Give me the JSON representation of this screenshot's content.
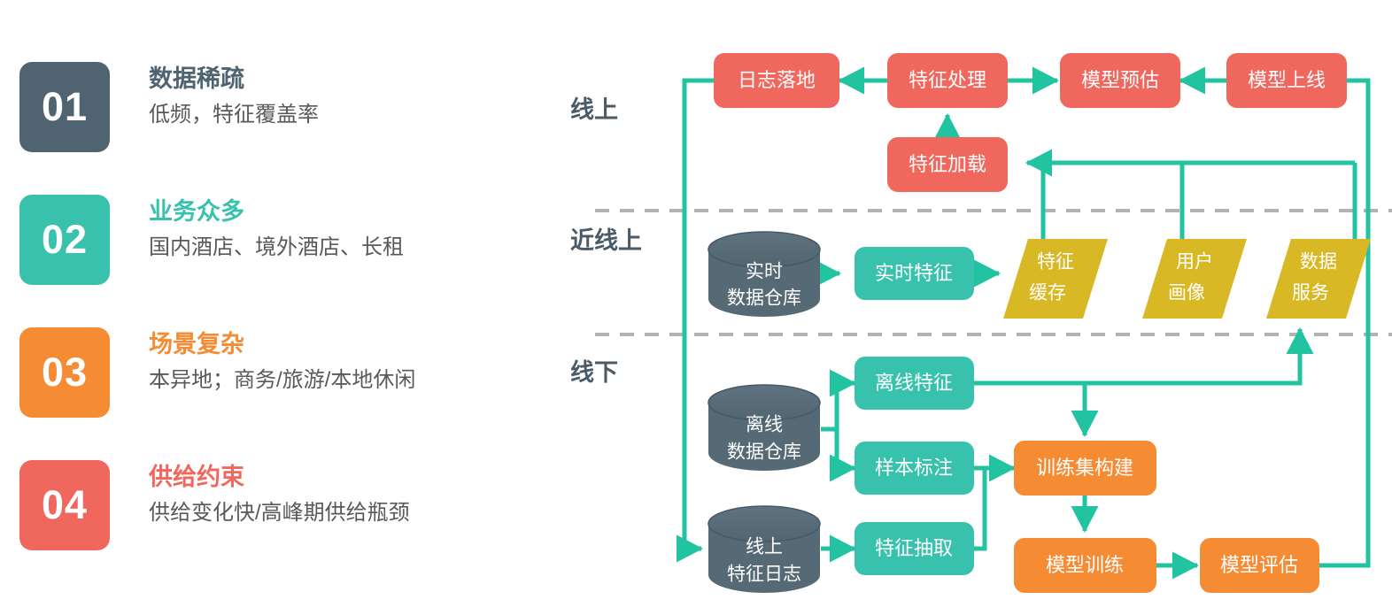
{
  "left_panel": {
    "points": [
      {
        "number": "01",
        "title": "数据稀疏",
        "desc": "低频，特征覆盖率",
        "badge_color": "#4f6470",
        "title_color": "#4f6470"
      },
      {
        "number": "02",
        "title": "业务众多",
        "desc": "国内酒店、境外酒店、长租",
        "badge_color": "#38c1ac",
        "title_color": "#38c1ac"
      },
      {
        "number": "03",
        "title": "场景复杂",
        "desc": "本异地；商务/旅游/本地休闲",
        "badge_color": "#f58b33",
        "title_color": "#f58b33"
      },
      {
        "number": "04",
        "title": "供给约束",
        "desc": "供给变化快/高峰期供给瓶颈",
        "badge_color": "#f0675e",
        "title_color": "#f0675e"
      }
    ]
  },
  "diagram": {
    "lanes": [
      {
        "id": "online",
        "label": "线上"
      },
      {
        "id": "nearline",
        "label": "近线上"
      },
      {
        "id": "offline",
        "label": "线下"
      }
    ],
    "nodes": {
      "log_landing": {
        "label": "日志落地",
        "shape": "rounded-rect",
        "color": "#f0675e"
      },
      "feature_process": {
        "label": "特征处理",
        "shape": "rounded-rect",
        "color": "#f0675e"
      },
      "model_predict": {
        "label": "模型预估",
        "shape": "rounded-rect",
        "color": "#f0675e"
      },
      "model_online": {
        "label": "模型上线",
        "shape": "rounded-rect",
        "color": "#f0675e"
      },
      "feature_load": {
        "label": "特征加载",
        "shape": "rounded-rect",
        "color": "#f0675e"
      },
      "realtime_dw": {
        "label_line1": "实时",
        "label_line2": "数据仓库",
        "shape": "cylinder",
        "color": "#566a76"
      },
      "realtime_feature": {
        "label": "实时特征",
        "shape": "rounded-rect",
        "color": "#38c1ac"
      },
      "feature_cache": {
        "label_line1": "特征",
        "label_line2": "缓存",
        "shape": "parallelogram",
        "color": "#d9b826"
      },
      "user_profile": {
        "label_line1": "用户",
        "label_line2": "画像",
        "shape": "parallelogram",
        "color": "#d9b826"
      },
      "data_service": {
        "label_line1": "数据",
        "label_line2": "服务",
        "shape": "parallelogram",
        "color": "#d9b826"
      },
      "offline_dw": {
        "label_line1": "离线",
        "label_line2": "数据仓库",
        "shape": "cylinder",
        "color": "#566a76"
      },
      "online_feature_log": {
        "label_line1": "线上",
        "label_line2": "特征日志",
        "shape": "cylinder",
        "color": "#566a76"
      },
      "offline_feature": {
        "label": "离线特征",
        "shape": "rounded-rect",
        "color": "#38c1ac"
      },
      "sample_label": {
        "label": "样本标注",
        "shape": "rounded-rect",
        "color": "#38c1ac"
      },
      "feature_extract": {
        "label": "特征抽取",
        "shape": "rounded-rect",
        "color": "#38c1ac"
      },
      "trainset_build": {
        "label": "训练集构建",
        "shape": "rounded-rect",
        "color": "#f58b33"
      },
      "model_train": {
        "label": "模型训练",
        "shape": "rounded-rect",
        "color": "#f58b33"
      },
      "model_eval": {
        "label": "模型评估",
        "shape": "rounded-rect",
        "color": "#f58b33"
      }
    },
    "edges": [
      {
        "from": "feature_process",
        "to": "log_landing"
      },
      {
        "from": "feature_process",
        "to": "model_predict"
      },
      {
        "from": "model_online",
        "to": "model_predict"
      },
      {
        "from": "feature_load",
        "to": "feature_process"
      },
      {
        "from": "feature_cache",
        "to": "feature_load"
      },
      {
        "from": "user_profile",
        "to": "feature_load"
      },
      {
        "from": "data_service",
        "to": "feature_load"
      },
      {
        "from": "log_landing",
        "to": "online_feature_log"
      },
      {
        "from": "realtime_dw",
        "to": "realtime_feature"
      },
      {
        "from": "realtime_feature",
        "to": "feature_cache"
      },
      {
        "from": "offline_dw",
        "to": "offline_feature"
      },
      {
        "from": "offline_dw",
        "to": "sample_label"
      },
      {
        "from": "online_feature_log",
        "to": "feature_extract"
      },
      {
        "from": "offline_feature",
        "to": "trainset_build"
      },
      {
        "from": "sample_label",
        "to": "trainset_build"
      },
      {
        "from": "feature_extract",
        "to": "trainset_build"
      },
      {
        "from": "trainset_build",
        "to": "model_train"
      },
      {
        "from": "model_train",
        "to": "model_eval"
      },
      {
        "from": "model_eval",
        "to": "model_online"
      },
      {
        "from": "offline_feature",
        "to": "data_service"
      }
    ],
    "colors": {
      "connector": "#21c3a0",
      "divider": "#b3b3b3",
      "red": "#f0675e",
      "teal": "#38c1ac",
      "orange": "#f58b33",
      "yellow": "#d9b826",
      "slate": "#566a76",
      "lane_label": "#4a5a66"
    }
  }
}
